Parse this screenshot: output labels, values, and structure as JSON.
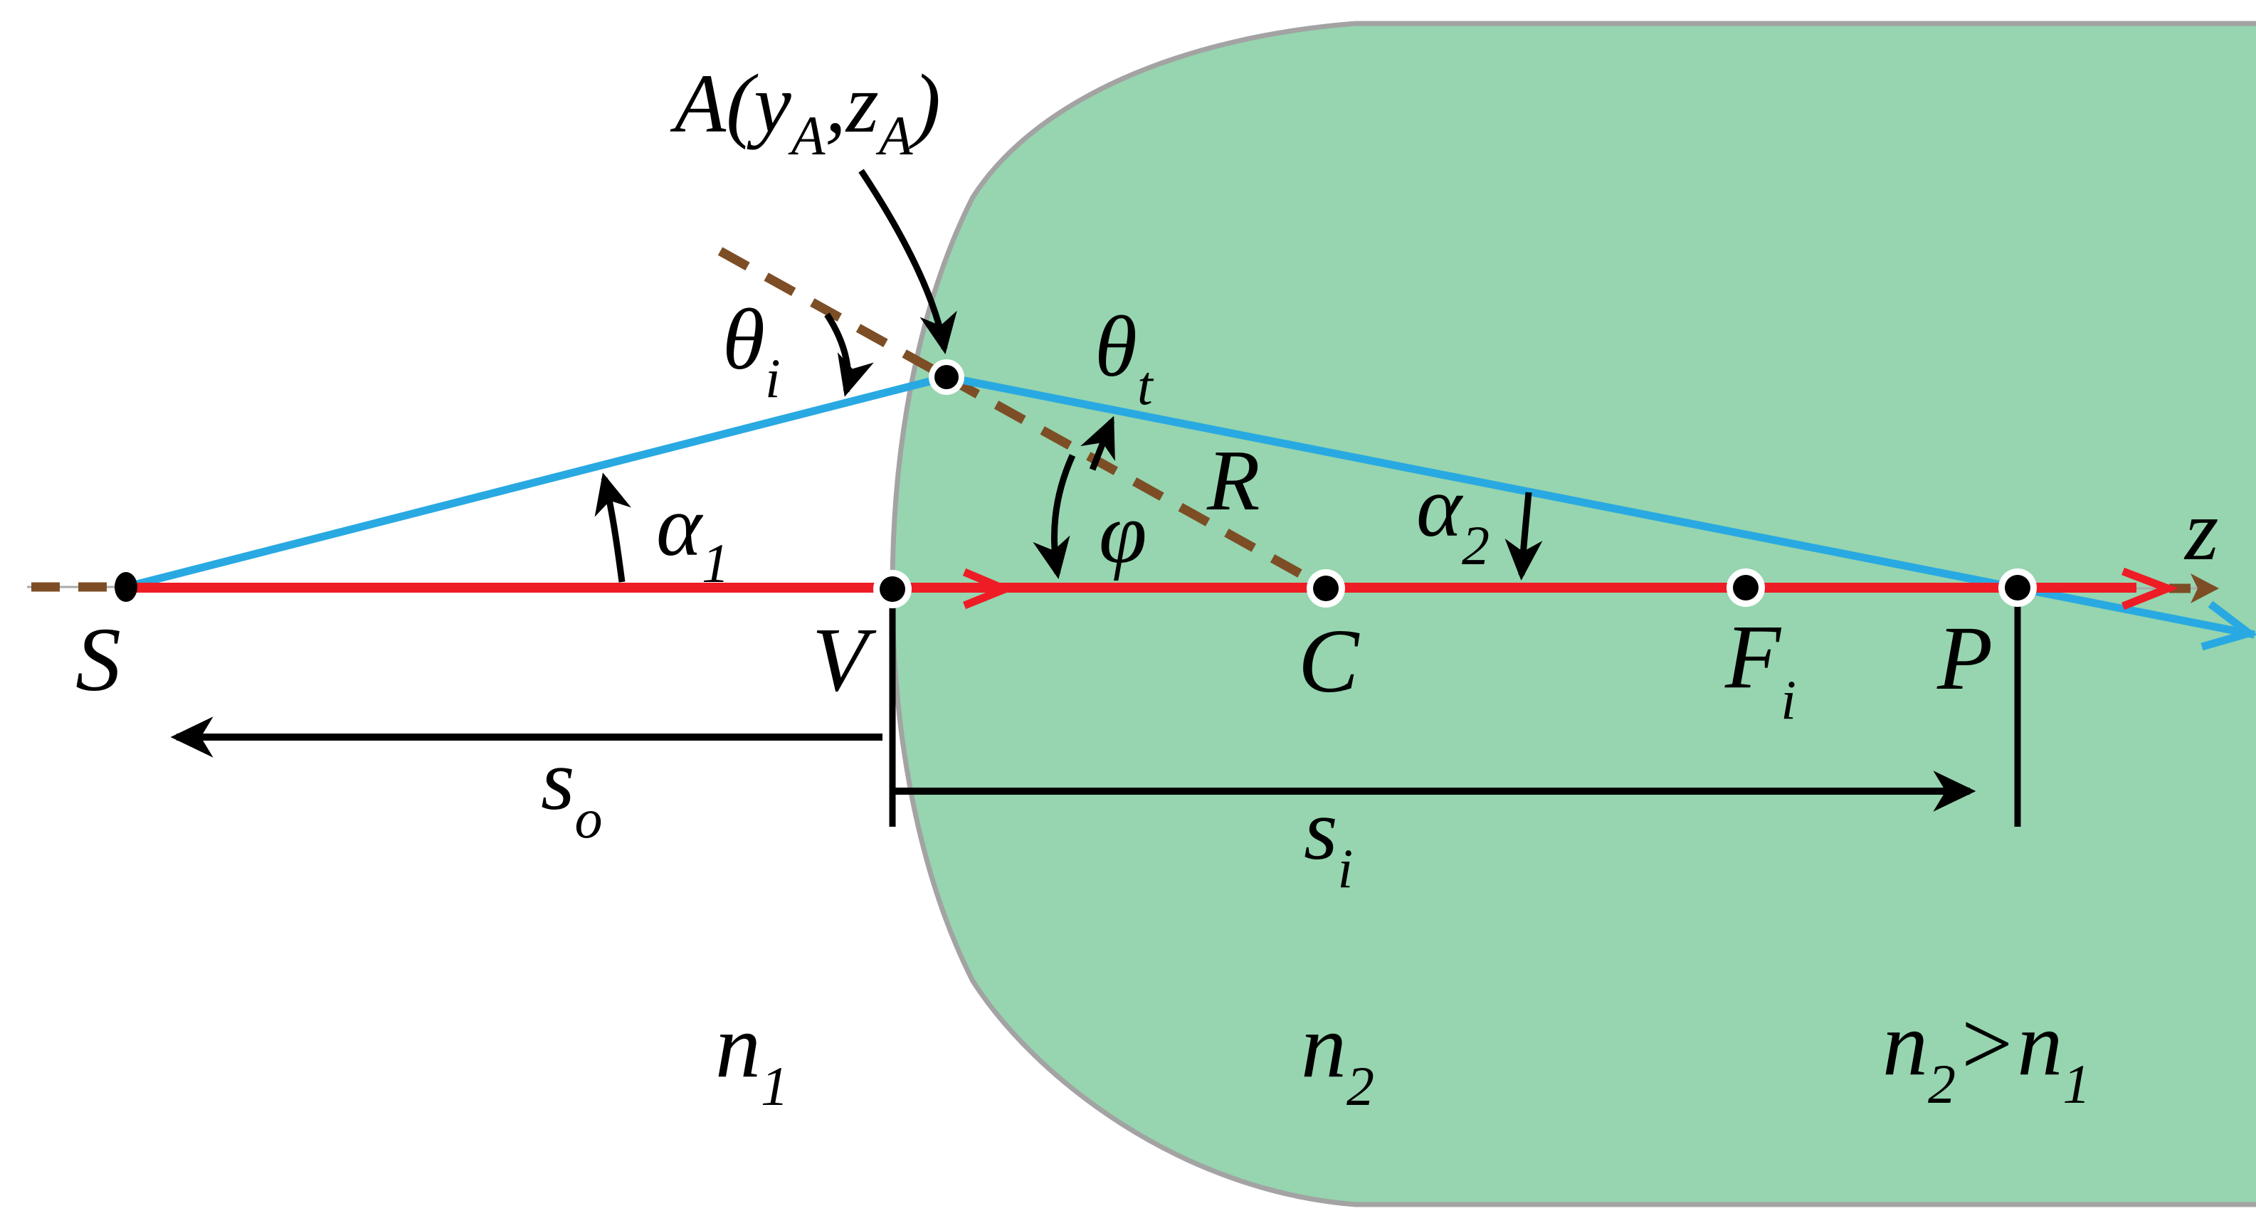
{
  "colors": {
    "medium_green": "#96d5af",
    "surface_gray": "#a3a3a3",
    "axis_red": "#ee1c24",
    "ray_blue": "#29a9e1",
    "normal_brown": "#7d4e26",
    "ink_black": "#000000"
  },
  "labels": {
    "point_a": {
      "prefix": "A(y",
      "sub1": "A",
      "mid": ",z",
      "sub2": "A",
      "suffix": ")"
    },
    "theta_i": {
      "base": "θ",
      "sub": "i"
    },
    "theta_t": {
      "base": "θ",
      "sub": "t"
    },
    "alpha_1": {
      "base": "α",
      "sub": "1"
    },
    "alpha_2": {
      "base": "α",
      "sub": "2"
    },
    "phi": "φ",
    "radius": "R",
    "z_axis": "z",
    "source_point": "S",
    "vertex_point": "V",
    "center_point": "C",
    "focal_point": {
      "base": "F",
      "sub": "i"
    },
    "image_point": "P",
    "object_distance": {
      "base": "s",
      "sub": "o"
    },
    "image_distance": {
      "base": "s",
      "sub": "i"
    },
    "medium_1": {
      "base": "n",
      "sub": "1"
    },
    "medium_2": {
      "base": "n",
      "sub": "2"
    },
    "index_relation": {
      "left_base": "n",
      "left_sub": "2",
      "operator": ">",
      "right_base": "n",
      "right_sub": "1"
    }
  }
}
